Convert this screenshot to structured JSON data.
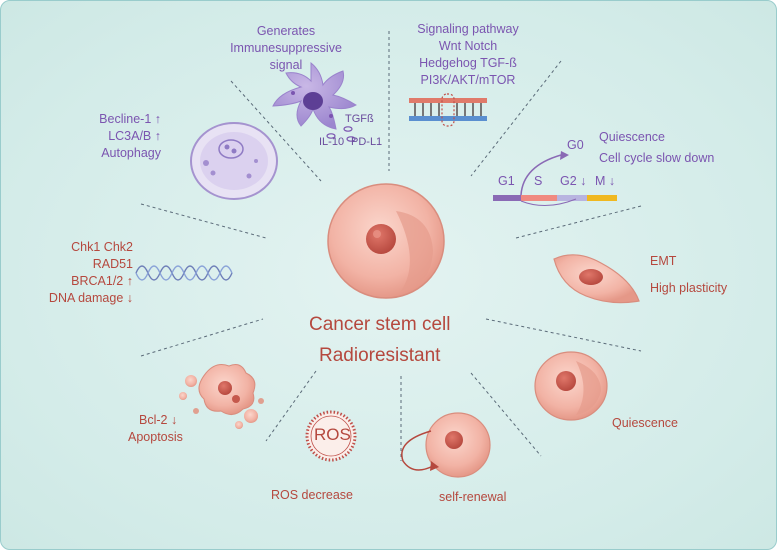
{
  "center": {
    "line1": "Cancer stem cell",
    "line2": "Radioresistant"
  },
  "immune": {
    "lines": [
      "Generates",
      "Immunesuppressive",
      "signal"
    ],
    "tgf": "TGFß",
    "il10": "IL-10",
    "pdl1": "PD-L1"
  },
  "signaling": {
    "lines": [
      "Signaling pathway",
      "Wnt Notch",
      "Hedgehog TGF-ß",
      "PI3K/AKT/mTOR"
    ]
  },
  "autophagy": {
    "lines": [
      "Becline-1 ↑",
      "LC3A/B ↑",
      "Autophagy"
    ]
  },
  "cellcycle": {
    "g0": "G0",
    "g1": "G1",
    "s": "S",
    "g2": "G2 ↓",
    "m": "M ↓",
    "quiescence": "Quiescence",
    "slow": "Cell cycle slow down"
  },
  "dna": {
    "lines": [
      "Chk1 Chk2",
      "RAD51",
      "BRCA1/2 ↑",
      "DNA damage ↓"
    ]
  },
  "emt": {
    "line1": "EMT",
    "line2": "High plasticity"
  },
  "apoptosis": {
    "line1": "Bcl-2 ↓",
    "line2": "Apoptosis"
  },
  "ros": {
    "badge": "ROS",
    "label": "ROS  decrease"
  },
  "selfrenewal": {
    "label": "self-renewal"
  },
  "quiescence": {
    "label": "Quiescence"
  },
  "colors": {
    "purple": "#7b55b0",
    "red": "#b5483e",
    "background": "#d4ece9"
  }
}
